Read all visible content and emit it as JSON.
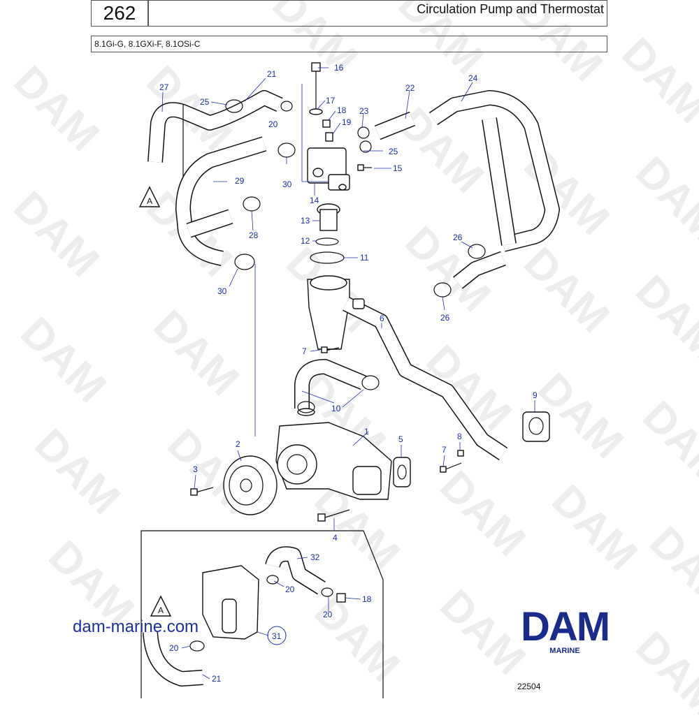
{
  "header": {
    "page_number": "262",
    "title": "Circulation Pump and Thermostat",
    "models": "8.1Gi-G, 8.1GXi-F, 8.1OSi-C"
  },
  "watermark_text": "DAM",
  "footer": {
    "site": "dam-marine.com",
    "logo_text": "DAM",
    "logo_subtext": "MARINE",
    "drawing_number": "22504"
  },
  "reference_marker": "A",
  "colors": {
    "callout": "#1d2fa5",
    "logo": "#1a2b8e",
    "line": "#111111"
  },
  "callouts": [
    "1",
    "2",
    "3",
    "4",
    "5",
    "6",
    "7",
    "7",
    "8",
    "9",
    "10",
    "11",
    "12",
    "13",
    "14",
    "15",
    "16",
    "17",
    "18",
    "18",
    "19",
    "20",
    "20",
    "20",
    "20",
    "21",
    "21",
    "22",
    "23",
    "24",
    "25",
    "25",
    "26",
    "26",
    "27",
    "28",
    "29",
    "30",
    "30",
    "31",
    "32"
  ]
}
